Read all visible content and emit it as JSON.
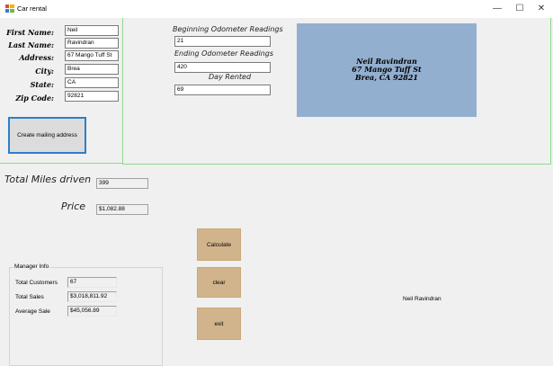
{
  "window": {
    "title": "Car rental",
    "icon": "app-icon",
    "controls": {
      "minimize": "—",
      "maximize": "☐",
      "close": "✕"
    }
  },
  "customer": {
    "first_name_label": "First Name:",
    "first_name": "Neil",
    "last_name_label": "Last Name:",
    "last_name": "Ravindran",
    "address_label": "Address:",
    "address": "67 Mango Tuff St",
    "city_label": "City:",
    "city": "Brea",
    "state_label": "State:",
    "state": "CA",
    "zip_label": "Zip Code:",
    "zip": "92821",
    "create_button": "Create mailing address"
  },
  "odometer": {
    "beginning_label": "Beginning Odometer Readings",
    "beginning_value": "21",
    "ending_label": "Ending Odometer Readings",
    "ending_value": "420",
    "days_label": "Day Rented",
    "days_value": "69"
  },
  "mailing": {
    "line1": "Neil Ravindran",
    "line2": "67 Mango Tuff St",
    "line3": "Brea, CA 92821"
  },
  "results": {
    "miles_label": "Total Miles driven",
    "miles_value": "399",
    "price_label": "Price",
    "price_value": "$1,082.88"
  },
  "actions": {
    "calculate": "Calculate",
    "clear": "clear",
    "exit": "exit"
  },
  "manager": {
    "title": "Manager Info",
    "total_customers_label": "Total Customers",
    "total_customers": "67",
    "total_sales_label": "Total Sales",
    "total_sales": "$3,018,811.92",
    "average_sale_label": "Average Sale",
    "average_sale": "$45,056.89"
  },
  "footer_name": "Neil Ravindran"
}
